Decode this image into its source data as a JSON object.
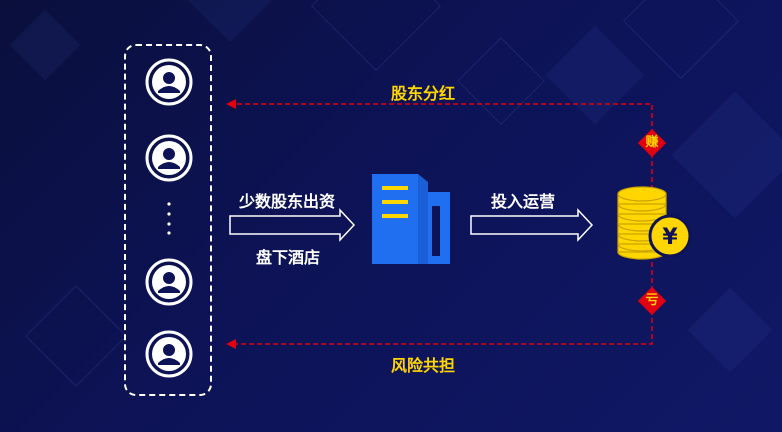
{
  "diagram": {
    "flow_top_label": "股东分红",
    "flow_bottom_label": "风险共担",
    "left_arrow_label_top": "少数股东出资",
    "left_arrow_label_bottom": "盘下酒店",
    "right_arrow_label": "投入运营",
    "profit_badge": "赚",
    "loss_badge": "亏",
    "currency_symbol": "¥",
    "shareholder_count_visible": 4
  },
  "colors": {
    "background": "#0d1356",
    "dividend_line": "#e00012",
    "highlight_text": "#ffd600",
    "building": "#1f6ff0",
    "coin": "#ffd600"
  },
  "icons": [
    "user-avatar-icon",
    "hotel-building-icon",
    "coin-stack-icon",
    "yen-icon"
  ]
}
